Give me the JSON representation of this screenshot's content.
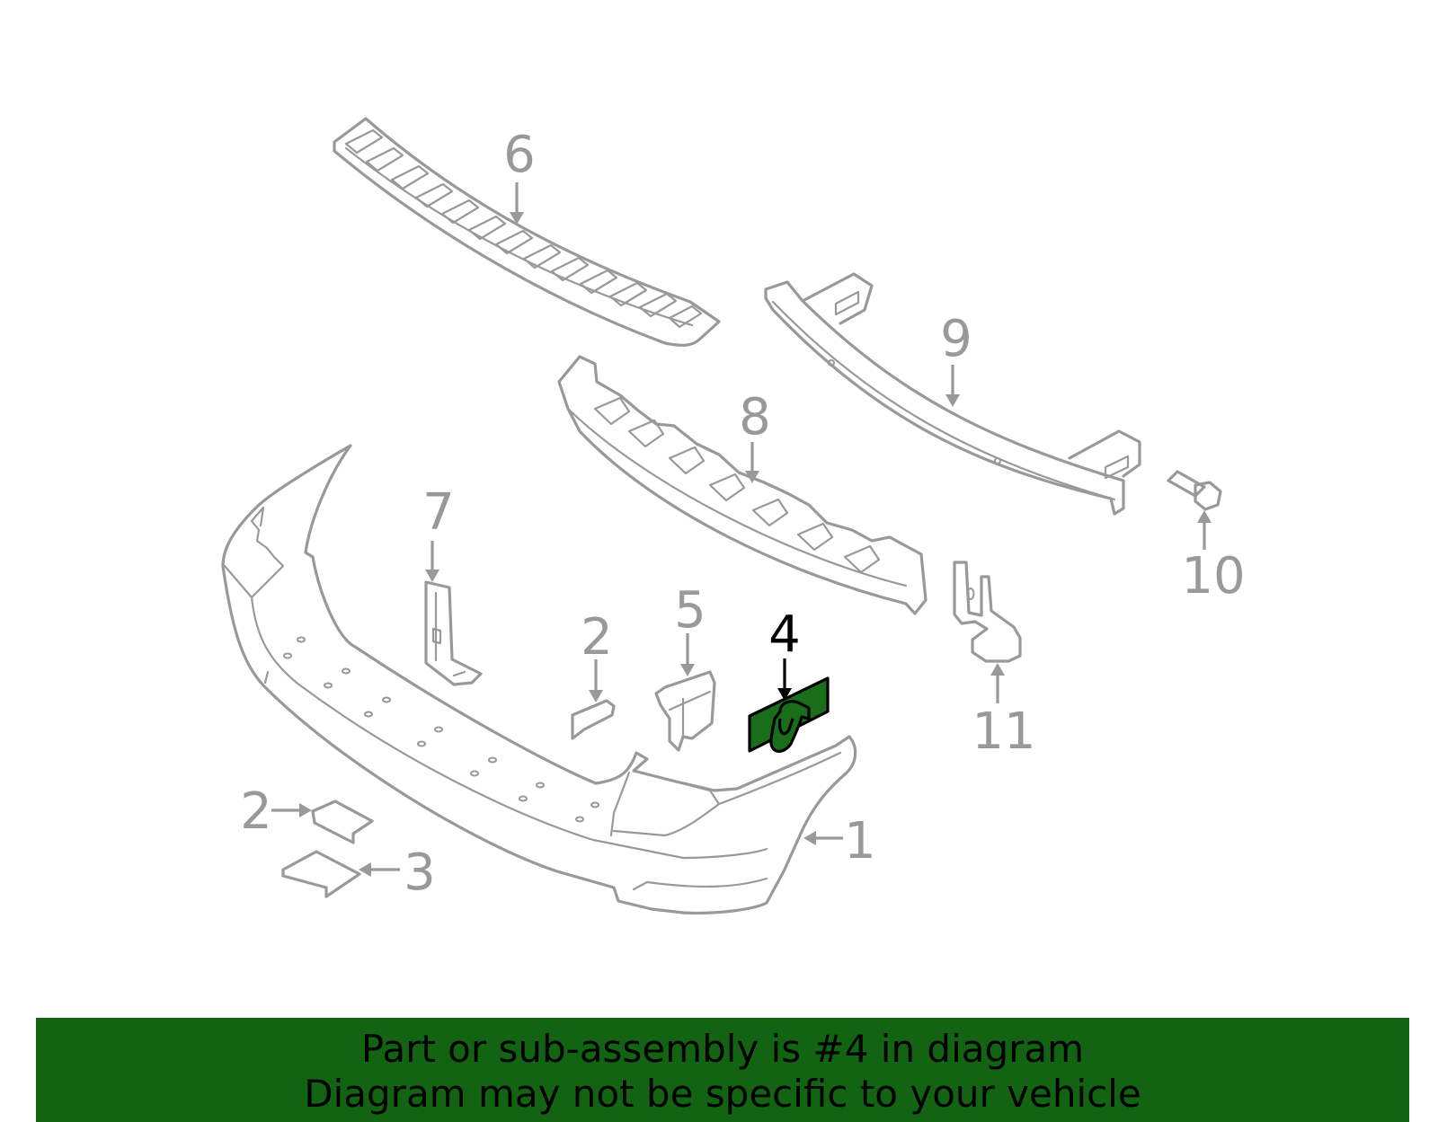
{
  "colors": {
    "highlight": "#1a6e1a",
    "banner_bg": "#126412",
    "line_gray": "#999999",
    "text_dark": "#000000"
  },
  "callouts": {
    "c1": "1",
    "c2a": "2",
    "c2b": "2",
    "c3": "3",
    "c4": "4",
    "c5": "5",
    "c6": "6",
    "c7": "7",
    "c8": "8",
    "c9": "9",
    "c10": "10",
    "c11": "11"
  },
  "highlighted_callout": "4",
  "banner": {
    "line1": "Part or sub-assembly is #4 in diagram",
    "line2": "Diagram may not be specific to your vehicle"
  }
}
